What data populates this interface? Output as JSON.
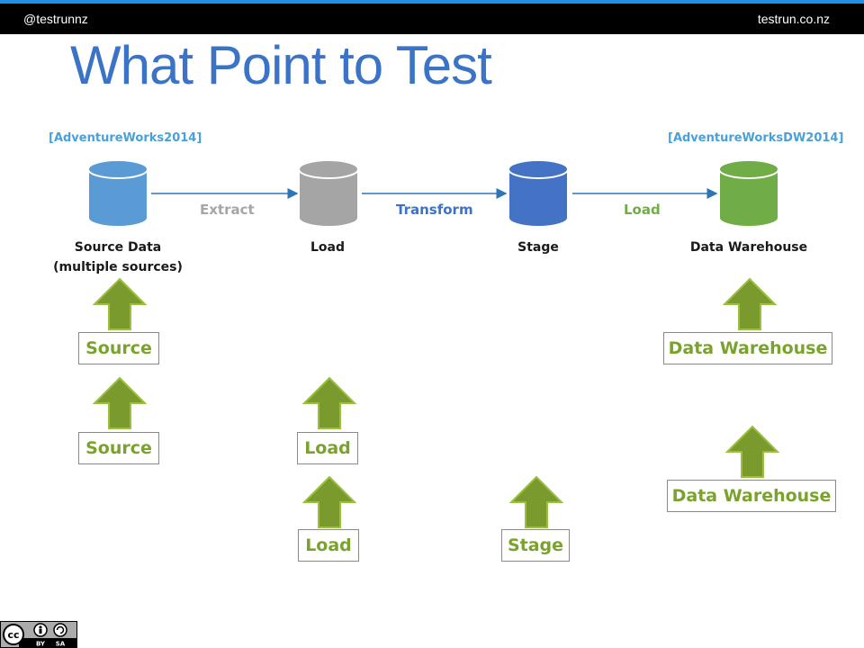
{
  "header": {
    "handle": "@testrunnz",
    "site": "testrun.co.nz"
  },
  "title": "What Point to Test",
  "db_names": {
    "source": "[AdventureWorks2014]",
    "warehouse": "[AdventureWorksDW2014]"
  },
  "edges": {
    "extract": "Extract",
    "transform": "Transform",
    "load": "Load"
  },
  "nodes": {
    "source": "Source Data",
    "source_sub": "(multiple sources)",
    "load": "Load",
    "stage": "Stage",
    "warehouse": "Data Warehouse"
  },
  "test_points": {
    "source_1": "Source",
    "warehouse_1": "Data Warehouse",
    "source_2": "Source",
    "load_1": "Load",
    "warehouse_2": "Data Warehouse",
    "load_2": "Load",
    "stage_1": "Stage"
  },
  "license": {
    "cc": "cc",
    "by": "BY",
    "sa": "SA"
  },
  "colors": {
    "source": "#5b9bd5",
    "load": "#a5a5a5",
    "stage": "#4472c4",
    "warehouse": "#70ad47",
    "arrow": "#7a9a2e",
    "box_text": "#7aa32e",
    "edge_extract": "#a6a6a6",
    "edge_transform": "#3b73c6",
    "edge_load": "#70ad47"
  }
}
